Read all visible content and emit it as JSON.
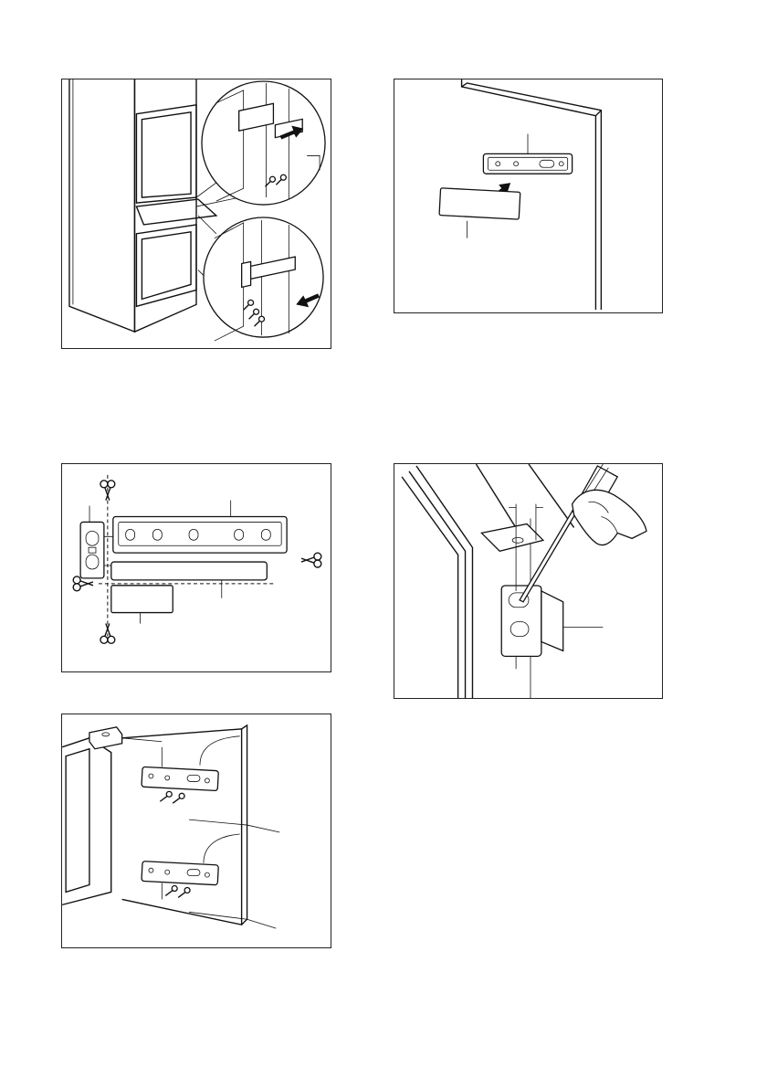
{
  "page": {
    "background": "#ffffff",
    "line_color": "#111111"
  },
  "figures": [
    {
      "id": "fig1",
      "depicts": "fridge-cabinet-with-hinge-covers",
      "icons": [
        "arrow-icon",
        "screw-icon"
      ]
    },
    {
      "id": "fig2",
      "depicts": "door-bracket-and-cover-strip",
      "icons": [
        "arrow-icon"
      ]
    },
    {
      "id": "fig3",
      "depicts": "cut-apart-plastic-parts",
      "icons": [
        "scissors-icon"
      ]
    },
    {
      "id": "fig4",
      "depicts": "screwdriver-adjusting-hinge",
      "icons": [
        "screwdriver-icon",
        "hand-icon"
      ]
    },
    {
      "id": "fig5",
      "depicts": "door-with-two-brackets-and-screws",
      "icons": [
        "screw-icon"
      ]
    }
  ]
}
